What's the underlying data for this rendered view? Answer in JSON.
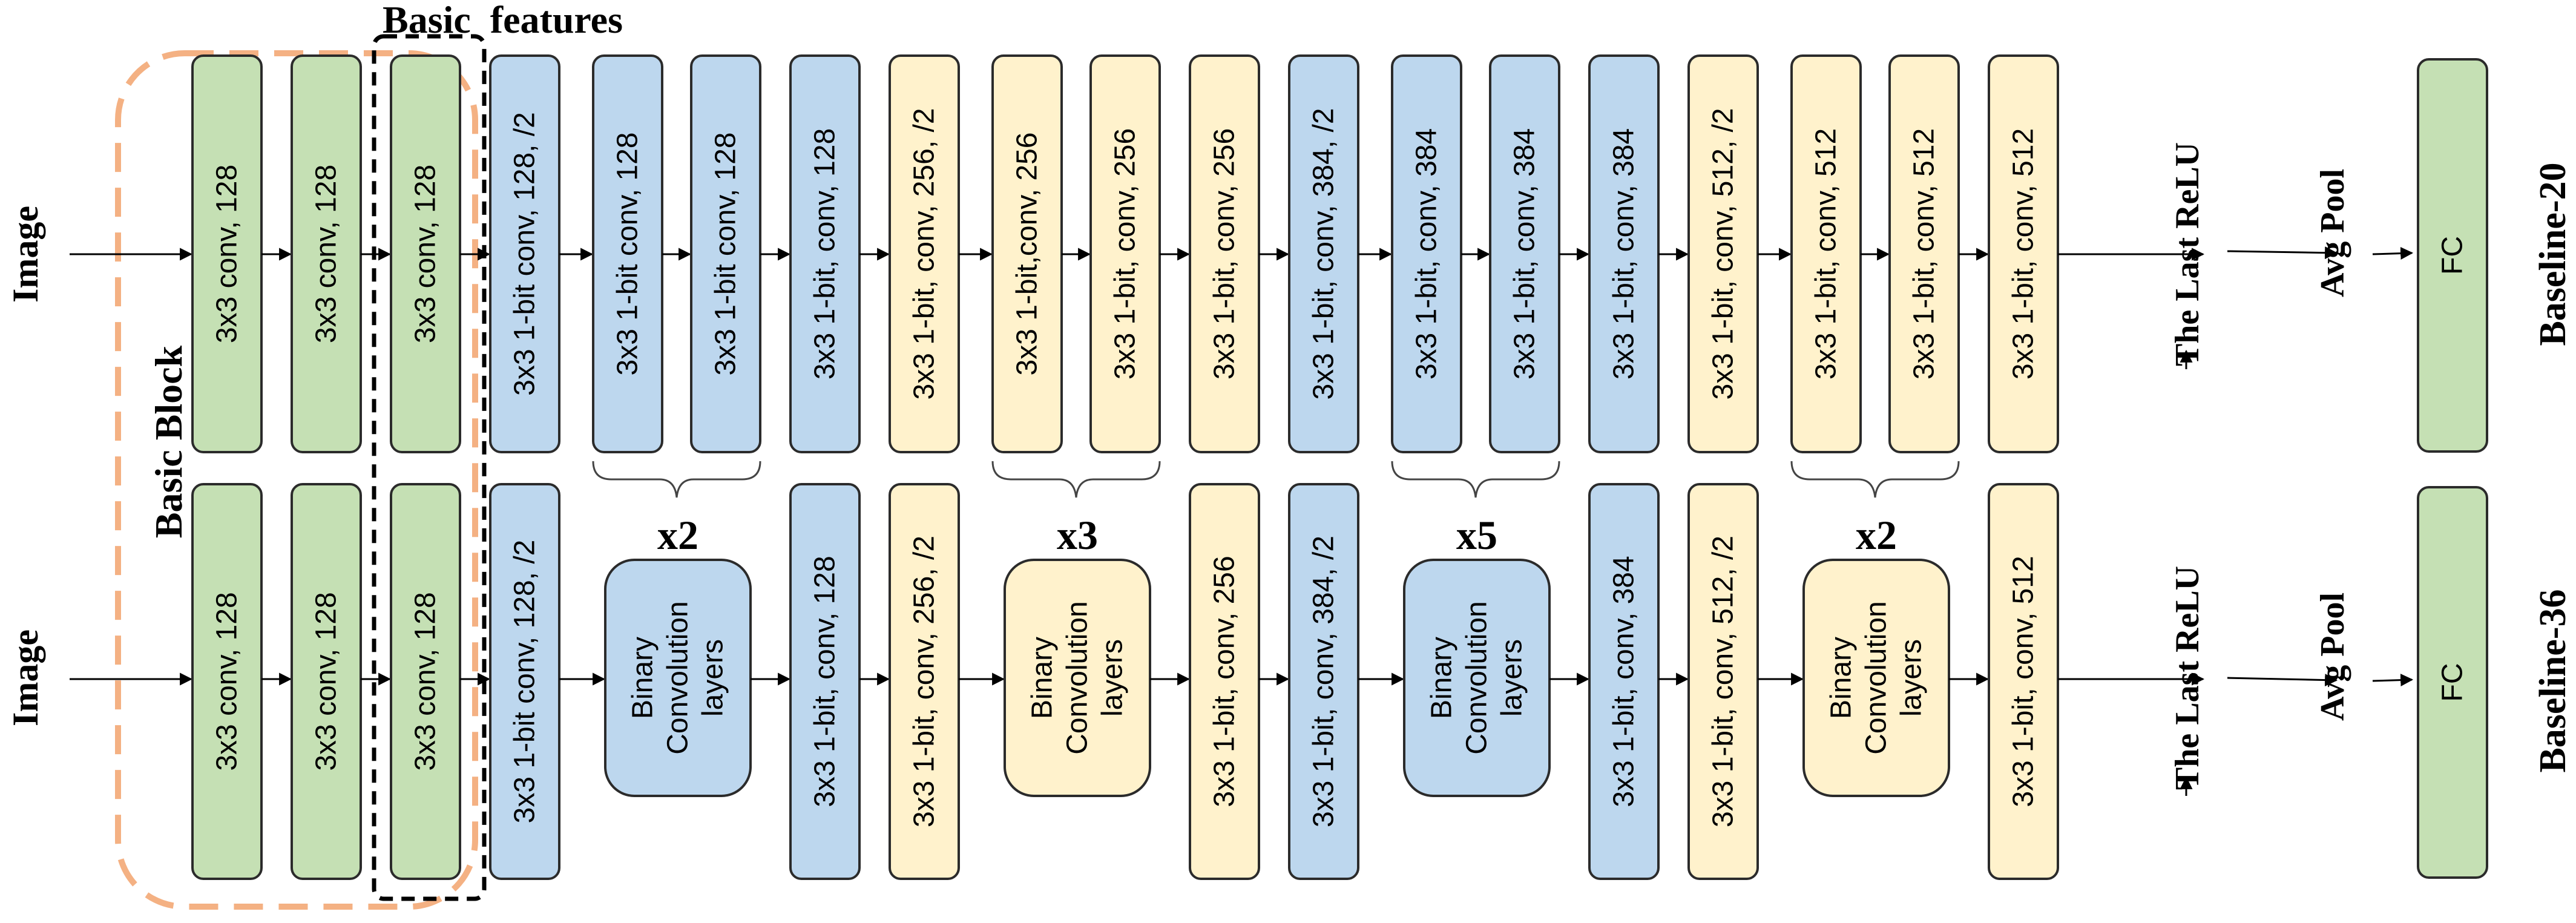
{
  "inputs": {
    "top": "Image",
    "bottom": "Image"
  },
  "groups": {
    "basic_block": "Basic Block",
    "basic_features": "Basic  features"
  },
  "row_top": {
    "blocks": [
      {
        "label": "3x3 conv, 128",
        "color": "#c5e0b4"
      },
      {
        "label": "3x3 conv, 128",
        "color": "#c5e0b4"
      },
      {
        "label": "3x3 conv, 128",
        "color": "#c5e0b4"
      },
      {
        "label": "3x3 1-bit conv,  128, /2",
        "color": "#bdd7ee"
      },
      {
        "label": "3x3 1-bit conv, 128",
        "color": "#bdd7ee"
      },
      {
        "label": "3x3 1-bit conv, 128",
        "color": "#bdd7ee"
      },
      {
        "label": "3x3 1-bit, conv, 128",
        "color": "#bdd7ee"
      },
      {
        "label": "3x3 1-bit, conv, 256, /2",
        "color": "#fff2cc"
      },
      {
        "label": "3x3 1-bit,conv, 256",
        "color": "#fff2cc"
      },
      {
        "label": "3x3 1-bit, conv, 256",
        "color": "#fff2cc"
      },
      {
        "label": "3x3 1-bit, conv, 256",
        "color": "#fff2cc"
      },
      {
        "label": "3x3 1-bit, conv, 384, /2",
        "color": "#bdd7ee"
      },
      {
        "label": "3x3 1-bit, conv, 384",
        "color": "#bdd7ee"
      },
      {
        "label": "3x3 1-bit, conv, 384",
        "color": "#bdd7ee"
      },
      {
        "label": "3x3 1-bit, conv, 384",
        "color": "#bdd7ee"
      },
      {
        "label": "3x3 1-bit, conv, 512, /2",
        "color": "#fff2cc"
      },
      {
        "label": "3x3 1-bit, conv, 512",
        "color": "#fff2cc"
      },
      {
        "label": "3x3 1-bit, conv, 512",
        "color": "#fff2cc"
      },
      {
        "label": "3x3 1-bit, conv, 512",
        "color": "#fff2cc"
      }
    ],
    "last_relu": "The Last ReLU",
    "avg_pool": "Avg Pool",
    "fc": "FC",
    "name": "Baseline-20"
  },
  "row_bottom": {
    "blocks": [
      {
        "label": "3x3 conv, 128",
        "color": "#c5e0b4"
      },
      {
        "label": "3x3 conv, 128",
        "color": "#c5e0b4"
      },
      {
        "label": "3x3 conv, 128",
        "color": "#c5e0b4"
      },
      {
        "label": "3x3 1-bit conv,  128, /2",
        "color": "#bdd7ee"
      },
      {
        "label": "3x3 1-bit, conv, 128",
        "color": "#bdd7ee"
      },
      {
        "label": "3x3 1-bit, conv, 256, /2",
        "color": "#fff2cc"
      },
      {
        "label": "3x3 1-bit, conv, 256",
        "color": "#fff2cc"
      },
      {
        "label": "3x3 1-bit, conv, 384, /2",
        "color": "#bdd7ee"
      },
      {
        "label": "3x3 1-bit, conv, 384",
        "color": "#bdd7ee"
      },
      {
        "label": "3x3 1-bit, conv, 512, /2",
        "color": "#fff2cc"
      },
      {
        "label": "3x3 1-bit, conv, 512",
        "color": "#fff2cc"
      }
    ],
    "binary_groups": [
      {
        "label_line1": "Binary",
        "label_line2": "Convolution",
        "label_line3": "layers",
        "repeat": "x2",
        "color": "#bdd7ee"
      },
      {
        "label_line1": "Binary",
        "label_line2": "Convolution",
        "label_line3": "layers",
        "repeat": "x3",
        "color": "#fff2cc"
      },
      {
        "label_line1": "Binary",
        "label_line2": "Convolution",
        "label_line3": "layers",
        "repeat": "x5",
        "color": "#bdd7ee"
      },
      {
        "label_line1": "Binary",
        "label_line2": "Convolution",
        "label_line3": "layers",
        "repeat": "x2",
        "color": "#fff2cc"
      }
    ],
    "last_relu": "The Last ReLU",
    "avg_pool": "Avg Pool",
    "fc": "FC",
    "name": "Baseline-36"
  }
}
